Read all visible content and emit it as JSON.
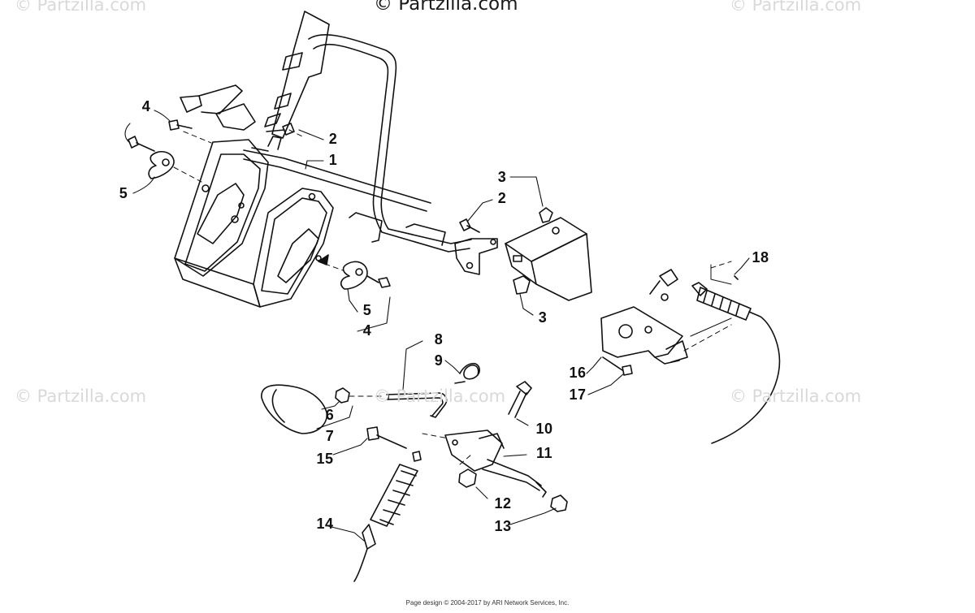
{
  "watermarks": {
    "top_center": "© Partzilla.com",
    "faint": "© Partzilla.com"
  },
  "callouts": [
    "1",
    "2",
    "2",
    "3",
    "3",
    "4",
    "4",
    "5",
    "5",
    "6",
    "7",
    "8",
    "9",
    "10",
    "11",
    "12",
    "13",
    "14",
    "15",
    "16",
    "17",
    "18"
  ],
  "footer": "Page design © 2004-2017 by ARI Network Services, Inc."
}
